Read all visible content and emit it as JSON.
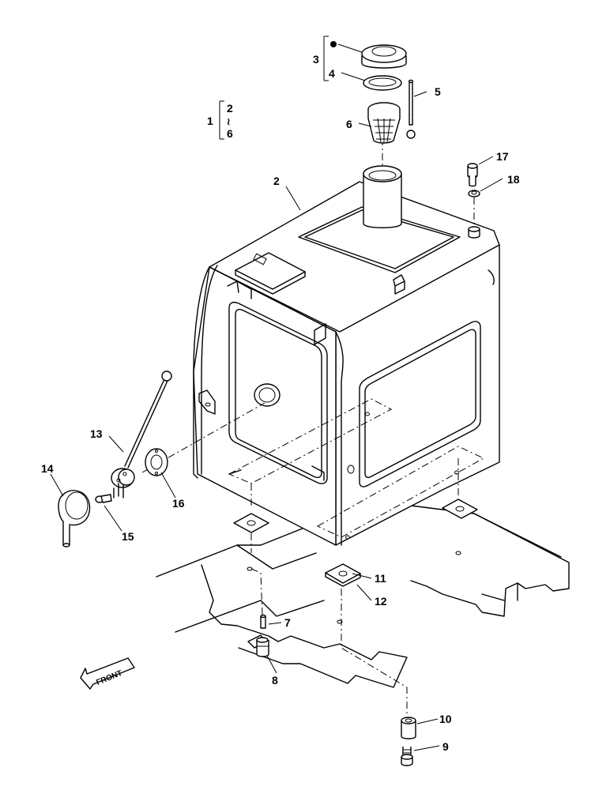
{
  "callouts": {
    "c1": "1",
    "c1a": "2",
    "c1b": "≀",
    "c1c": "6",
    "c2": "2",
    "c3": "3",
    "c4": "4",
    "c5": "5",
    "c6": "6",
    "c7": "7",
    "c8": "8",
    "c9": "9",
    "c10": "10",
    "c11": "11",
    "c12": "12",
    "c13": "13",
    "c14": "14",
    "c15": "15",
    "c16": "16",
    "c17": "17",
    "c18": "18"
  },
  "front_arrow": "FRONT"
}
